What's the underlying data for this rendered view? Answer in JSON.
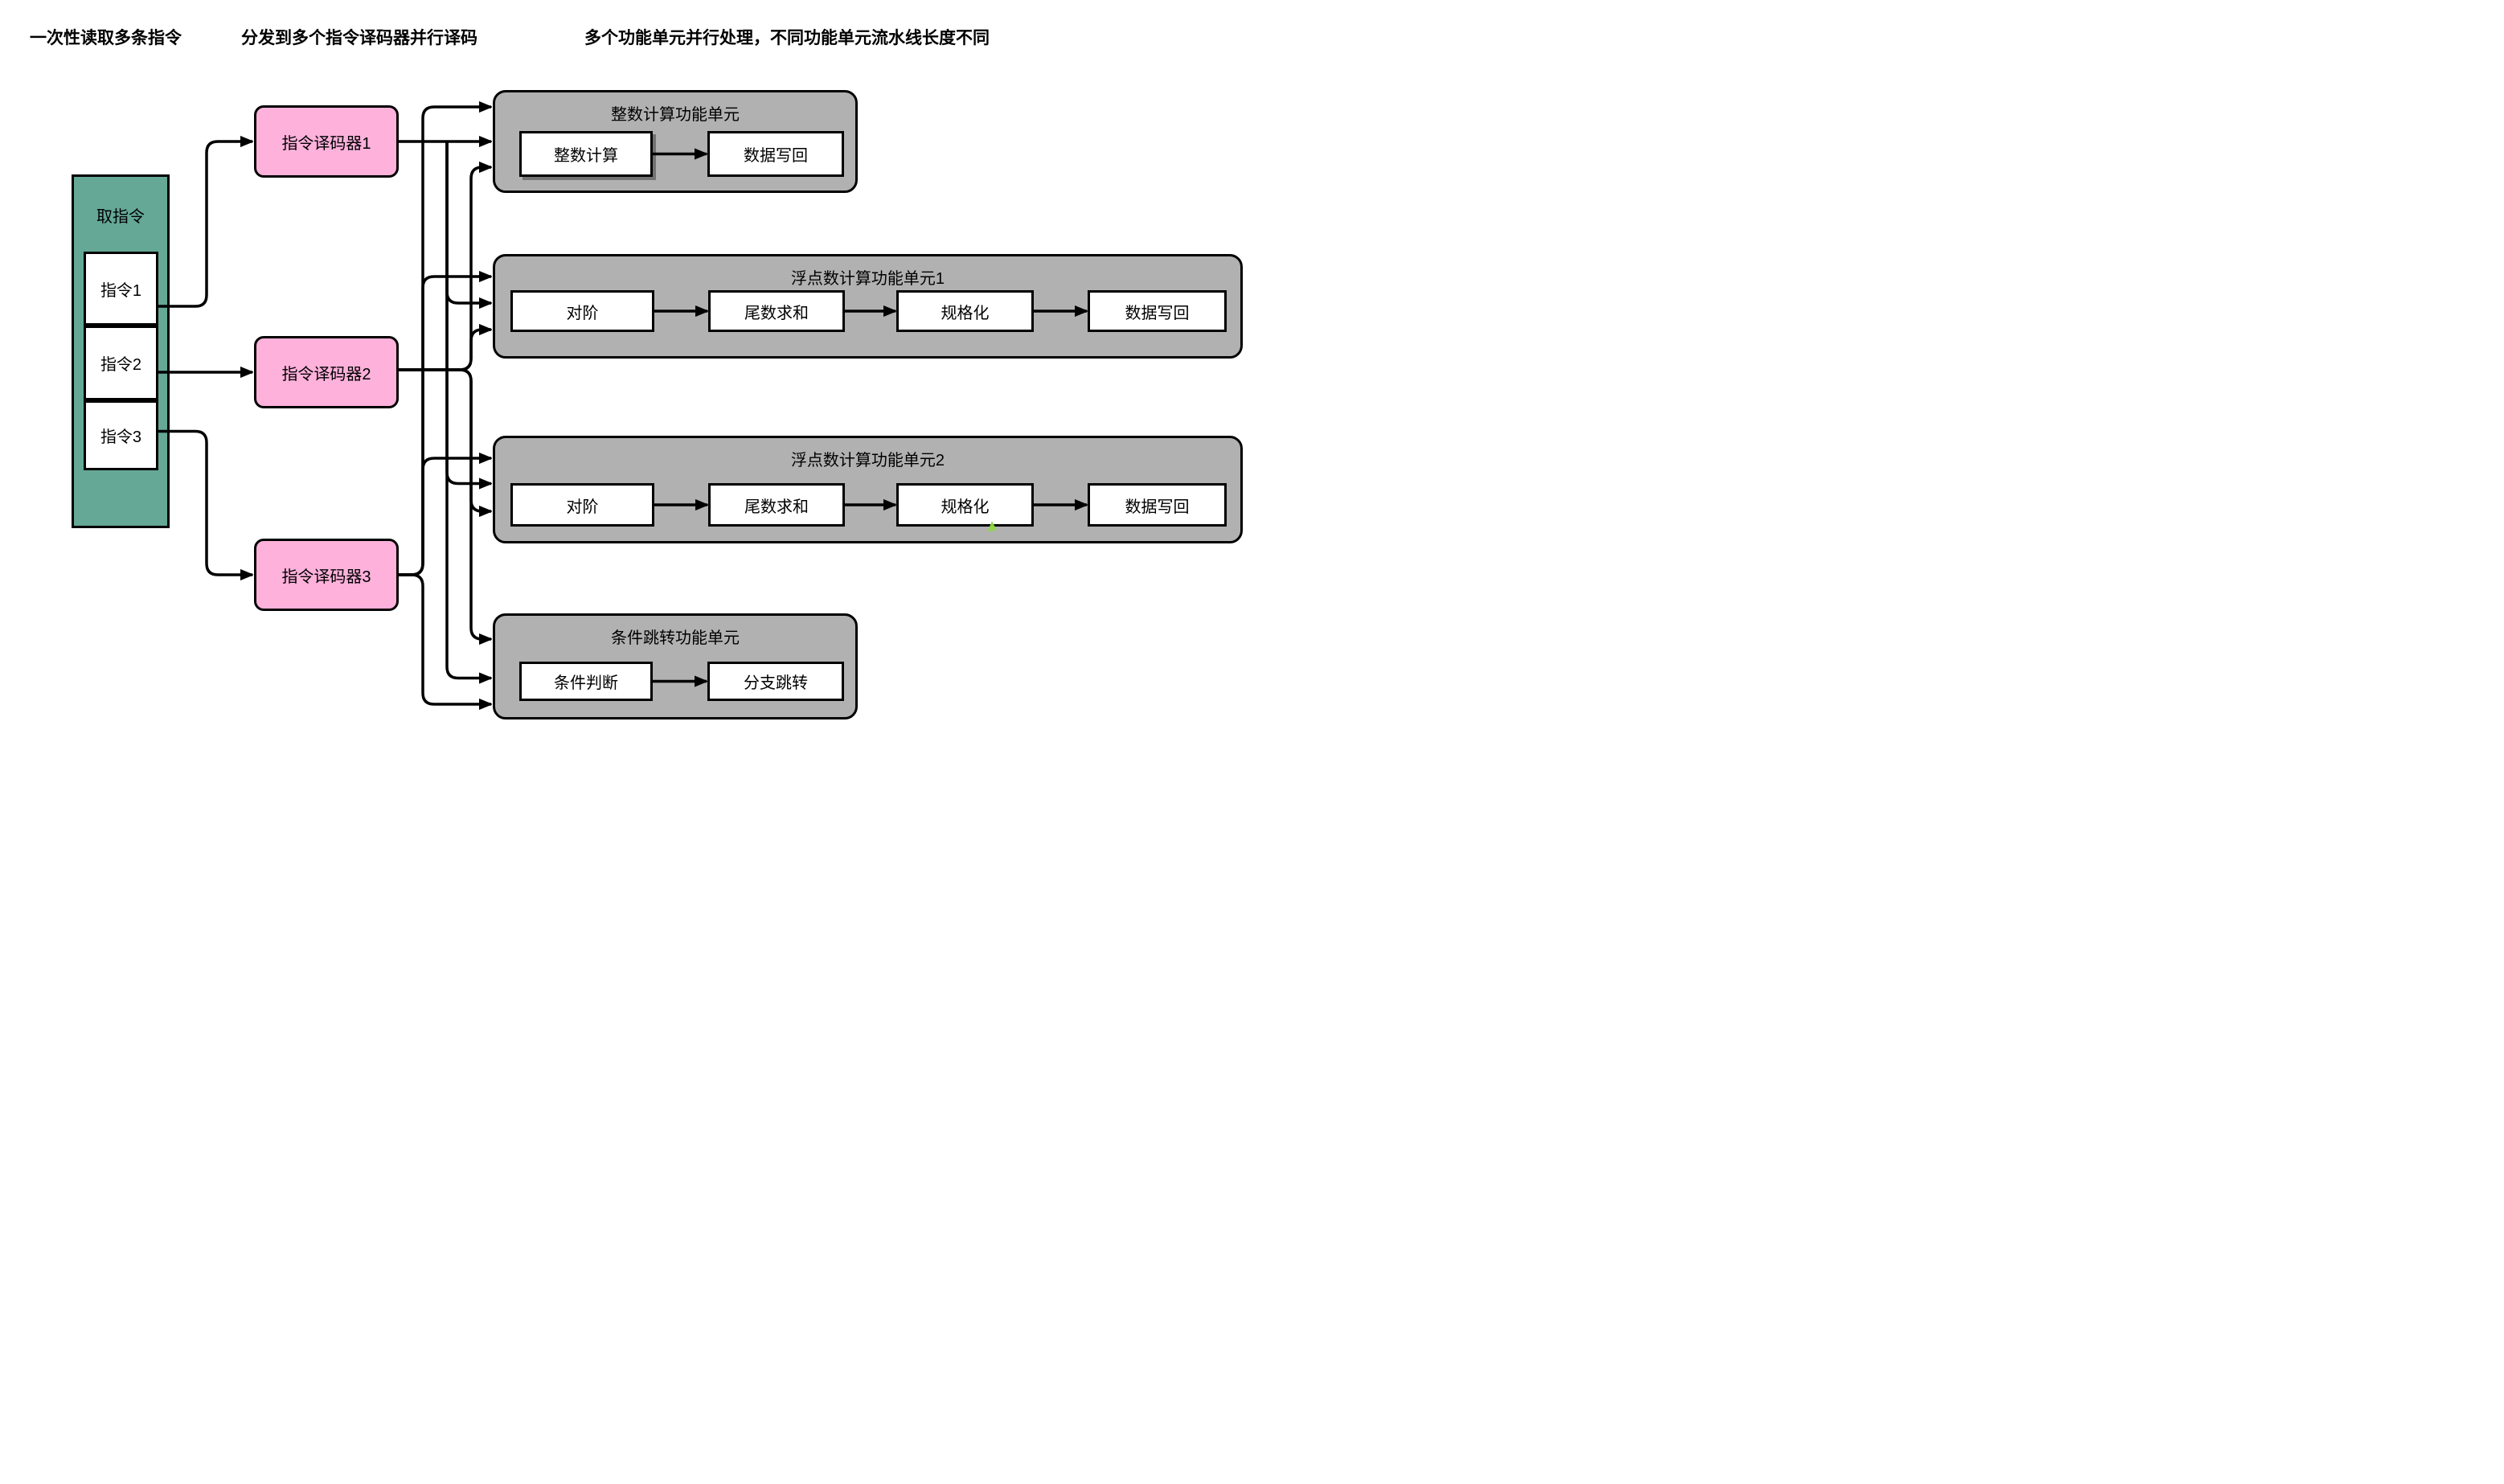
{
  "annotations": {
    "fetch": "一次性读取多条指令",
    "dispatch": "分发到多个指令译码器并行译码",
    "execute": "多个功能单元并行处理，不同功能单元流水线长度不同"
  },
  "fetch_unit": {
    "title": "取指令",
    "instructions": [
      "指令1",
      "指令2",
      "指令3"
    ]
  },
  "decoders": [
    {
      "label": "指令译码器1"
    },
    {
      "label": "指令译码器2"
    },
    {
      "label": "指令译码器3"
    }
  ],
  "units": [
    {
      "title": "整数计算功能单元",
      "stages": [
        "整数计算",
        "数据写回"
      ]
    },
    {
      "title": "浮点数计算功能单元1",
      "stages": [
        "对阶",
        "尾数求和",
        "规格化",
        "数据写回"
      ]
    },
    {
      "title": "浮点数计算功能单元2",
      "stages": [
        "对阶",
        "尾数求和",
        "规格化",
        "数据写回"
      ]
    },
    {
      "title": "条件跳转功能单元",
      "stages": [
        "条件判断",
        "分支跳转"
      ]
    }
  ],
  "colors": {
    "fetch_fill": "#64A895",
    "decoder_fill": "#FDB1DB",
    "unit_fill": "#B1B1B1",
    "stage_fill": "#FFFFFF",
    "line": "#000000",
    "cursor_artifact": "#90D743"
  }
}
